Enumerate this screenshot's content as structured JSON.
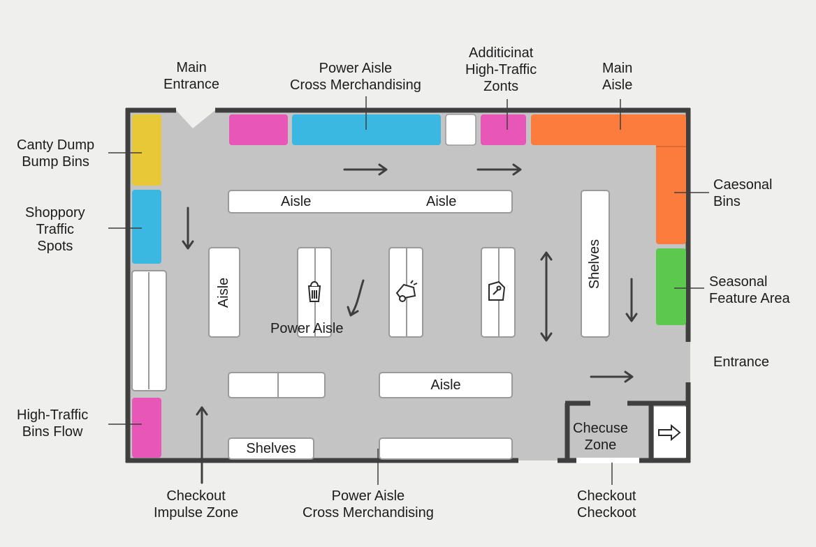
{
  "labels": {
    "main_entrance": [
      "Main",
      "Entrance"
    ],
    "power_aisle_top": [
      "Power Aisle",
      "Cross Merchandising"
    ],
    "additional_high_traffic": [
      "Additicinat",
      "High-Traffic",
      "Zonts"
    ],
    "main_aisle": [
      "Main",
      "Aisle"
    ],
    "candy_dump": [
      "Canty Dump",
      "Bump Bins"
    ],
    "shoppery_traffic": [
      "Shoppory",
      "Traffic",
      "Spots"
    ],
    "high_traffic_bins": [
      "High-Traffic",
      "Bins Flow"
    ],
    "seasonal_bins": [
      "Caesonal",
      "Bins"
    ],
    "seasonal_feature": [
      "Seasonal",
      "Feature Area"
    ],
    "entrance_right": "Entrance",
    "checkout_impulse": [
      "Checkout",
      "Impulse Zone"
    ],
    "power_aisle_bottom": [
      "Power Aisle",
      "Cross Merchandising"
    ],
    "checkout_checkoot": [
      "Checkout",
      "Checkoot"
    ]
  },
  "fixtures": {
    "top_aisle_left": "Aisle",
    "top_aisle_right": "Aisle",
    "vertical_aisle": "Aisle",
    "power_aisle": "Power Aisle",
    "shelves_right": "Shelves",
    "aisle_lower": "Aisle",
    "shelves_bottom": "Shelves",
    "checkout_zone": [
      "Checuse",
      "Zone"
    ]
  },
  "icons": [
    "bag-icon",
    "robot-cart-icon",
    "tag-icon",
    "exit-arrow-icon"
  ],
  "colors": {
    "yellow": "#e8c837",
    "cyan": "#3ab8e2",
    "magenta": "#e857b8",
    "orange": "#fb7c3d",
    "green": "#5dc84e",
    "floor": "#c4c4c4",
    "wall": "#3f3f3f"
  }
}
